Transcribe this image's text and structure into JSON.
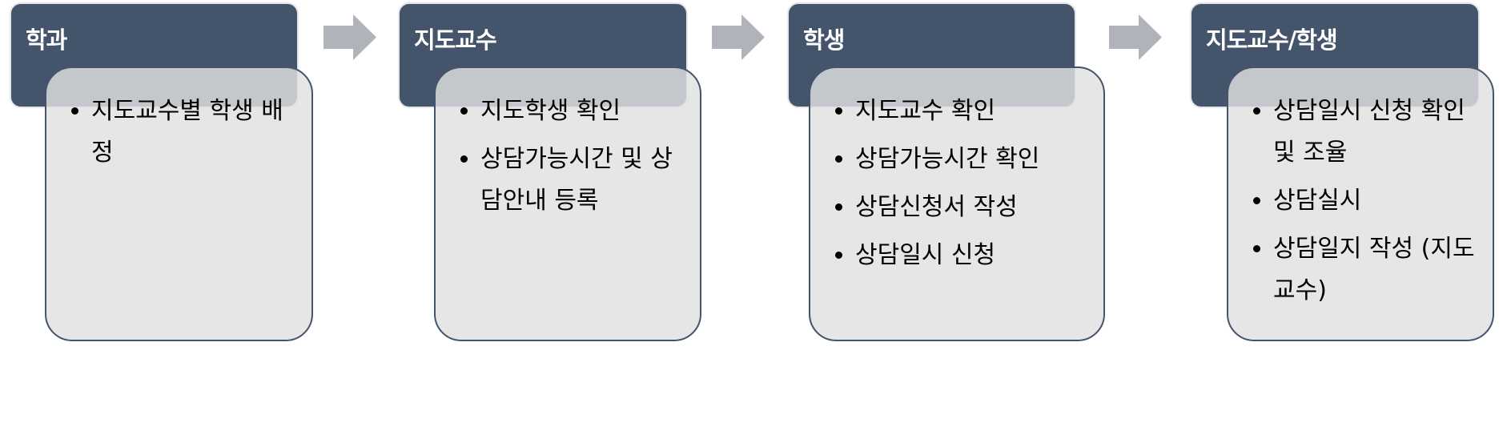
{
  "steps": [
    {
      "title": "학과",
      "items": [
        "지도교수별 학생 배정"
      ]
    },
    {
      "title": "지도교수",
      "items": [
        "지도학생 확인",
        "상담가능시간 및 상담안내 등록"
      ]
    },
    {
      "title": "학생",
      "items": [
        "지도교수 확인",
        "상담가능시간 확인",
        "상담신청서 작성",
        "상담일시 신청"
      ]
    },
    {
      "title": "지도교수/학생",
      "items": [
        "상담일시 신청 확인 및 조율",
        "상담실시",
        "상담일지 작성 (지도교수)"
      ]
    }
  ],
  "colors": {
    "header": "#44546a",
    "arrow": "#b0b3b9",
    "body": "#e6e6e7"
  }
}
